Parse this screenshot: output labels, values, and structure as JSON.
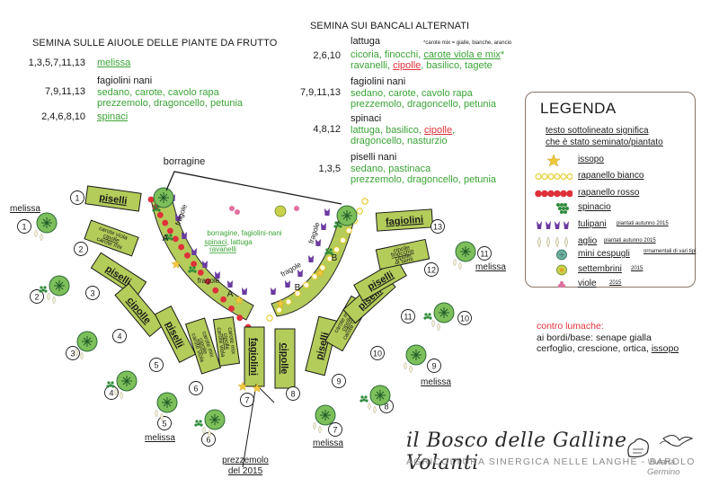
{
  "left_header": "SEMINA SULLE AIUOLE DELLE PIANTE DA FRUTTO",
  "right_header": "SEMINA SUI BANCALI ALTERNATI",
  "left_blocks": [
    {
      "nums": "1,3,5,7,11,13",
      "title": "",
      "lines": [
        "melissa"
      ]
    },
    {
      "nums": "7,9,11,13",
      "title": "fagiolini nani",
      "lines": [
        "sedano, carote, cavolo rapa",
        "prezzemolo, dragoncello, petunia"
      ]
    },
    {
      "nums": "2,4,6,8,10",
      "title": "",
      "lines": [
        "spinaci"
      ]
    }
  ],
  "right_blocks": {
    "b1": {
      "nums": "2,6,10",
      "title": "lattuga",
      "note": "*carote mix = gialle, bianche, arancio",
      "line1_a": "cicoria, finocchi, ",
      "line1_b": "carote viola e mix",
      "line1_c": "*",
      "line2_a": "ravanelli, ",
      "line2_b": "cipolle",
      "line2_c": ", basilico, tagete"
    },
    "b2": {
      "nums": "7,9,11,13",
      "title": "fagiolini nani",
      "line1": "sedano, carote, cavolo rapa",
      "line2": "prezzemolo, dragoncello, petunia"
    },
    "b3": {
      "nums": "4,8,12",
      "title": "spinaci",
      "line1_a": "lattuga, basilico, ",
      "line1_b": "cipolle",
      "line1_c": ",",
      "line2": "dragoncello, nasturzio"
    },
    "b4": {
      "nums": "1,3,5",
      "title": "piselli nani",
      "line1": "sedano, pastinaca",
      "line2": "prezzemolo, dragoncello, petunia"
    }
  },
  "legend": {
    "title": "LEGENDA",
    "subtitle_1": "testo sottolineato significa",
    "subtitle_2": "che è stato seminato/piantato",
    "items": [
      {
        "label": "issopo",
        "note": ""
      },
      {
        "label": "rapanello bianco",
        "note": ""
      },
      {
        "label": "rapanello rosso",
        "note": ""
      },
      {
        "label": "spinacio",
        "note": ""
      },
      {
        "label": "tulipani",
        "note": "piantati autunno 2015"
      },
      {
        "label": "aglio",
        "note": "piantati autunno 2015"
      },
      {
        "label": "mini cespugli",
        "note": "ornamentali di vari tipi"
      },
      {
        "label": "settembrini",
        "note": "2015"
      },
      {
        "label": "viole",
        "note": "2015"
      }
    ]
  },
  "lumache": {
    "title": "contro lumache:",
    "line1": "ai bordi/base: senape gialla",
    "line2_a": "cerfoglio, crescione, ortica, ",
    "line2_b": "issopo"
  },
  "diagram": {
    "borragine_label": "borragine",
    "center_label_1": "borragine, fagiolini-nani",
    "center_label_2a": "spinaci",
    "center_label_2b": ", lattuga",
    "center_label_3": "ravanelli",
    "fragole": "fragole",
    "section_a": "A",
    "section_b": "B",
    "prezzemolo_1": "prezzemolo",
    "prezzemolo_2": "del 2015",
    "melissa": "melissa",
    "left_beds": [
      {
        "n": "1",
        "label": "piselli",
        "size": "big"
      },
      {
        "n": "2",
        "label": "carote viola|cipolle|carote mix",
        "size": "small"
      },
      {
        "n": "3",
        "label": "piselli",
        "size": "big"
      },
      {
        "n": "4",
        "label": "cipolle",
        "size": "big"
      },
      {
        "n": "5",
        "label": "piselli",
        "size": "big"
      },
      {
        "n": "6",
        "label": "carote mix|cipolle|carote viola",
        "size": "small"
      },
      {
        "n": "7",
        "label": "carote mix|cipolle|carote viola",
        "size": "small"
      }
    ],
    "mid_beds": [
      {
        "n": "7",
        "label": "fagiolini"
      },
      {
        "n": "8",
        "label": "cipolle"
      }
    ],
    "right_beds": [
      {
        "n": "9",
        "label": "piselli",
        "size": "big"
      },
      {
        "n": "10",
        "label": "carote mix|cipolle|carote viola",
        "size": "small"
      },
      {
        "n": "11",
        "label": "piselli",
        "size": "big"
      },
      {
        "n": "12",
        "label": "piselli",
        "size": "big"
      },
      {
        "n": "13",
        "label": "cipolle|finocchio|cipolle|di semi",
        "size": "small"
      },
      {
        "n": "13",
        "label": "fagiolini",
        "size": "big"
      }
    ],
    "outer_numbers": [
      {
        "n": "1",
        "melissa": true
      },
      {
        "n": "2",
        "melissa": false
      },
      {
        "n": "3",
        "melissa": true
      },
      {
        "n": "4",
        "melissa": false
      },
      {
        "n": "5",
        "melissa": true
      },
      {
        "n": "6",
        "melissa": false
      },
      {
        "n": "7",
        "melissa": true
      },
      {
        "n": "8",
        "melissa": false
      },
      {
        "n": "9",
        "melissa": true
      },
      {
        "n": "10",
        "melissa": false
      },
      {
        "n": "11",
        "melissa": true
      }
    ]
  },
  "logo": {
    "name": "il Bosco delle Galline Volanti",
    "tagline": "AGRICOLTURA SINERGICA  NELLE LANGHE - BAROLO",
    "author": "Viviana Germino"
  },
  "colors": {
    "bed_green": "#b4cc5a",
    "text_green": "#3aa435",
    "red": "#e0303a",
    "yellow": "#f3e04a",
    "purple": "#6a3aa0",
    "dark_green": "#2e6b3a"
  }
}
